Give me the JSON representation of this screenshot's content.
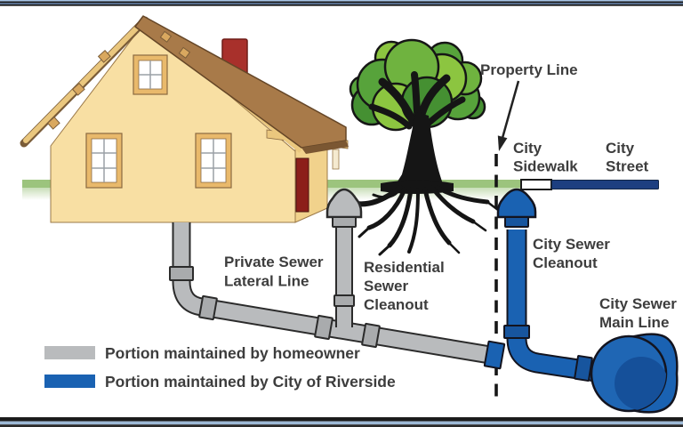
{
  "labels": {
    "property_line": "Property Line",
    "city_sidewalk": {
      "line1": "City",
      "line2": "Sidewalk"
    },
    "city_street": {
      "line1": "City",
      "line2": "Street"
    },
    "city_sewer_cleanout": {
      "line1": "City Sewer",
      "line2": "Cleanout"
    },
    "city_sewer_main_line": {
      "line1": "City Sewer",
      "line2": "Main Line"
    },
    "residential_sewer_cleanout": {
      "line1": "Residential",
      "line2": "Sewer",
      "line3": "Cleanout"
    },
    "private_sewer_lateral_line": {
      "line1": "Private Sewer",
      "line2": "Lateral Line"
    }
  },
  "legend": {
    "homeowner": {
      "label": "Portion maintained by homeowner",
      "swatch_color": "#b9bbbd"
    },
    "city": {
      "label": "Portion maintained by City of Riverside",
      "swatch_color": "#1a62b2"
    }
  },
  "colors": {
    "homeowner_pipe": "#b9bbbd",
    "city_pipe": "#1a62b2",
    "city_pipe_dark": "#17559e",
    "street_bar": "#1d3f80",
    "ground_green": "#9cc47d",
    "label_text": "#3d3d3d"
  }
}
